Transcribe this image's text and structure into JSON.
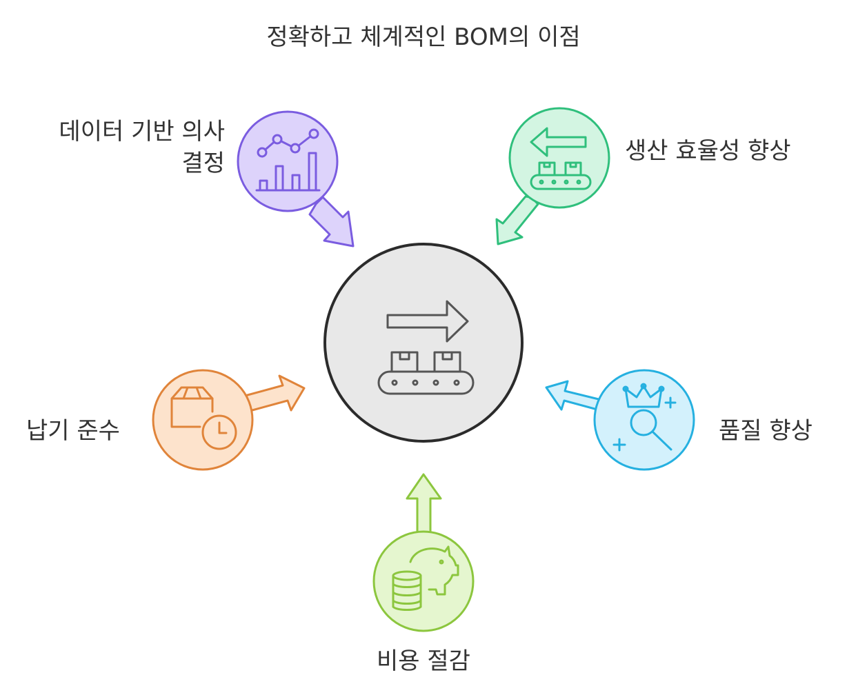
{
  "title": "정확하고 체계적인 BOM의 이점",
  "center": {
    "icon": "conveyor-belt-arrow-icon"
  },
  "benefits": [
    {
      "label": "데이터 기반 의사 결정",
      "line1": "데이터 기반 의사",
      "line2": "결정",
      "icon": "chart-growth-icon",
      "color": "#7a5ce0",
      "fill": "#ddd3fb"
    },
    {
      "label": "생산 효율성 향상",
      "icon": "conveyor-return-icon",
      "color": "#2fbf7c",
      "fill": "#d3f5e2"
    },
    {
      "label": "납기 준수",
      "icon": "box-clock-icon",
      "color": "#e0843a",
      "fill": "#fde3cc"
    },
    {
      "label": "품질 향상",
      "icon": "crown-search-icon",
      "color": "#25b0e0",
      "fill": "#d3f1fc"
    },
    {
      "label": "비용 절감",
      "icon": "piggy-bank-icon",
      "color": "#8cc63e",
      "fill": "#e5f6cf"
    }
  ]
}
